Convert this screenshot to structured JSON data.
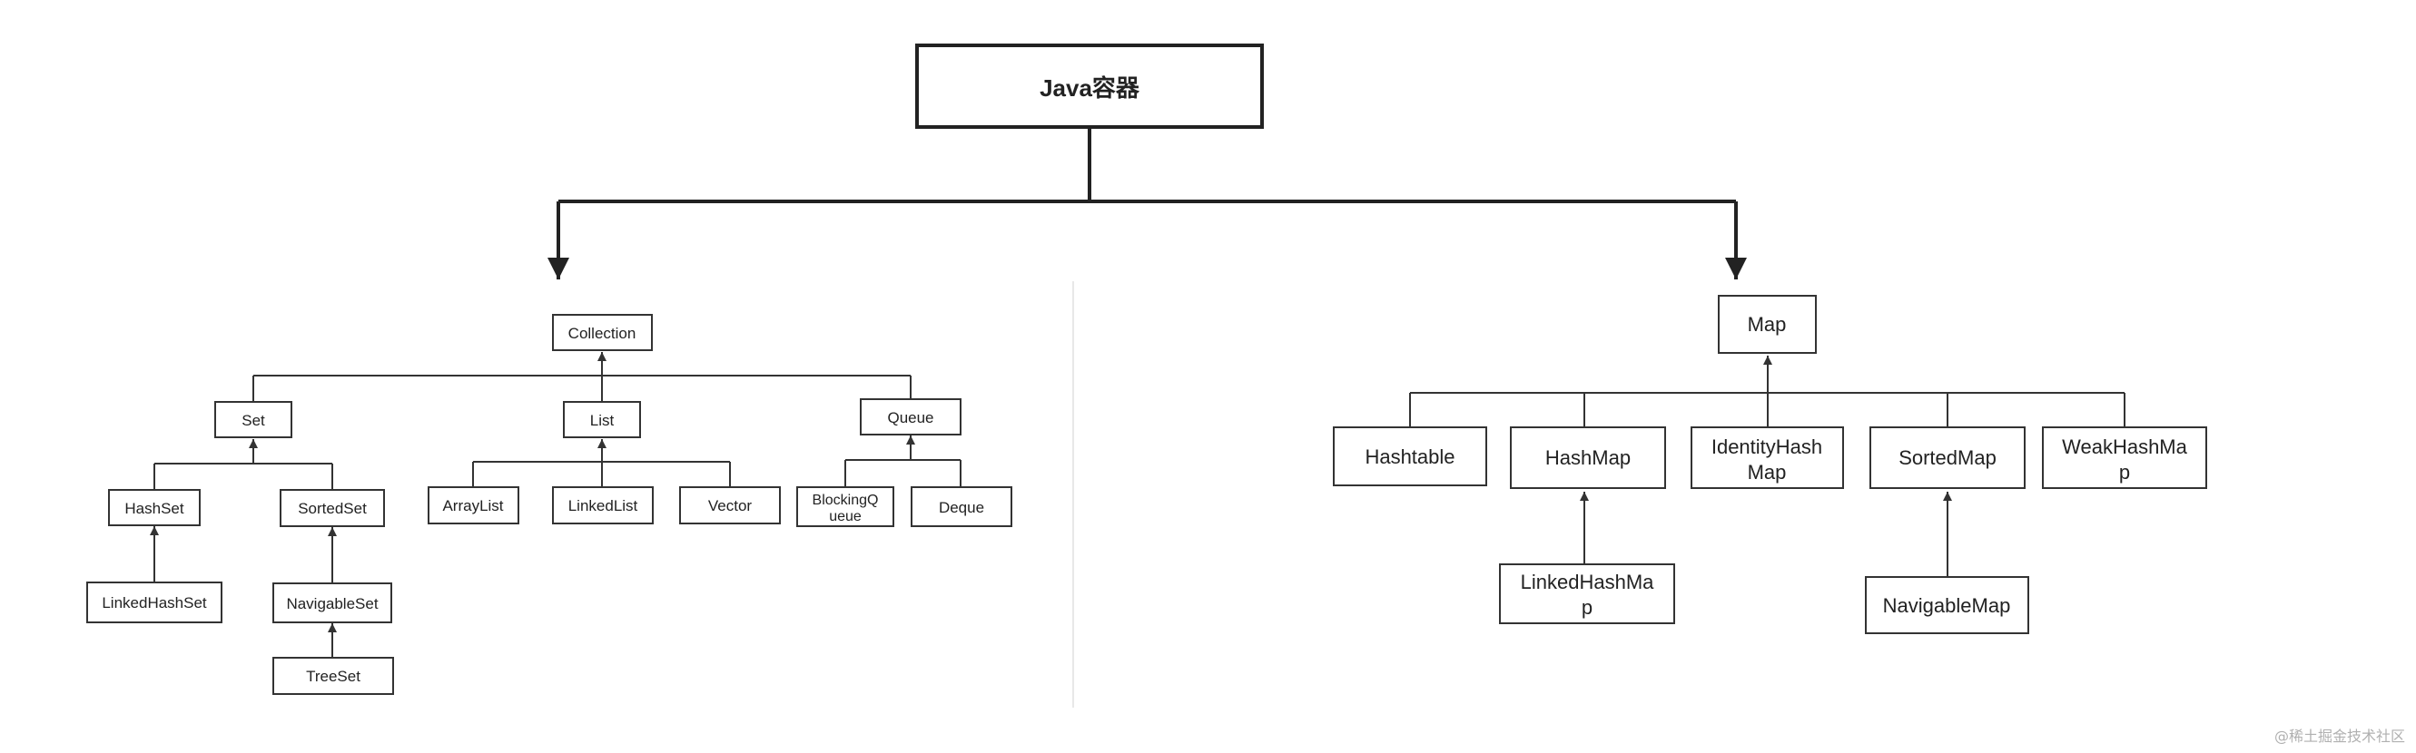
{
  "root": "Java容器",
  "collection": {
    "root": "Collection",
    "set": "Set",
    "list": "List",
    "queue": "Queue",
    "hashset": "HashSet",
    "sortedset": "SortedSet",
    "linkedhashset": "LinkedHashSet",
    "navigableset": "NavigableSet",
    "treeset": "TreeSet",
    "arraylist": "ArrayList",
    "linkedlist": "LinkedList",
    "vector": "Vector",
    "blockingqueue": [
      "BlockingQ",
      "ueue"
    ],
    "deque": "Deque"
  },
  "map": {
    "root": "Map",
    "hashtable": "Hashtable",
    "hashmap": "HashMap",
    "identityhashmap": [
      "IdentityHash",
      "Map"
    ],
    "sortedmap": "SortedMap",
    "weakhashmap": [
      "WeakHashMa",
      "p"
    ],
    "linkedhashmap": [
      "LinkedHashMa",
      "p"
    ],
    "navigablemap": "NavigableMap"
  },
  "watermark": "@稀土掘金技术社区",
  "colors": {
    "stroke": "#333333",
    "text": "#222222",
    "divider": "#e8e8e8",
    "watermark": "#b0b0b0"
  }
}
